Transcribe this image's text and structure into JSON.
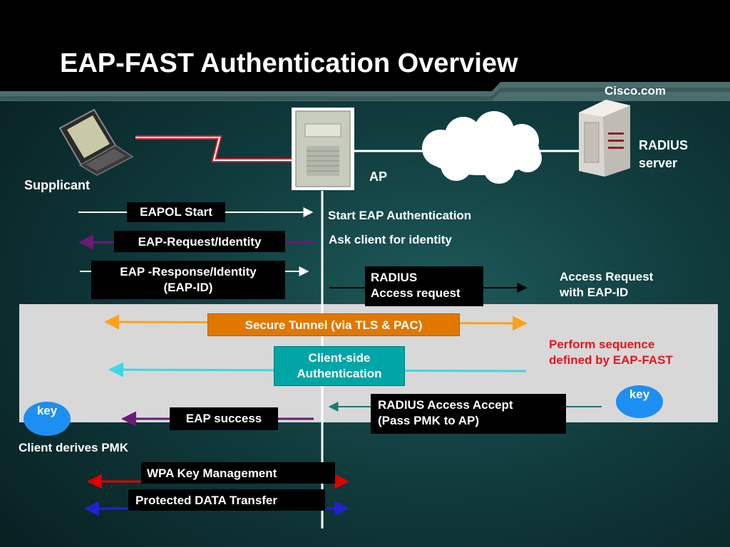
{
  "slide": {
    "title": "EAP-FAST Authentication Overview",
    "brand": "Cisco.com"
  },
  "nodes": {
    "supplicant": "Supplicant",
    "ap": "AP",
    "radius_line1": "RADIUS",
    "radius_line2": "server"
  },
  "messages": {
    "eapol_start": "EAPOL Start",
    "eap_request_identity": "EAP-Request/Identity",
    "eap_response_line1": "EAP -Response/Identity",
    "eap_response_line2": "(EAP-ID)",
    "radius_access_request_line1": "RADIUS",
    "radius_access_request_line2": "Access request",
    "secure_tunnel": "Secure Tunnel (via TLS & PAC)",
    "client_side_auth_line1": "Client-side",
    "client_side_auth_line2": "Authentication",
    "radius_access_accept_line1": "RADIUS Access Accept",
    "radius_access_accept_line2": "(Pass PMK to AP)",
    "eap_success": "EAP success",
    "wpa_key_management": "WPA Key Management",
    "protected_data_transfer": "Protected DATA Transfer"
  },
  "notes": {
    "start_eap_auth": "Start EAP Authentication",
    "ask_identity": "Ask client for identity",
    "access_request_line1": "Access Request",
    "access_request_line2": "with EAP-ID",
    "perform_sequence_line1": "Perform sequence",
    "perform_sequence_line2": "defined by EAP-FAST",
    "client_derives_pmk": "Client derives PMK"
  },
  "keys": {
    "client_key": "key",
    "server_key": "key"
  },
  "colors": {
    "title_bar": "#000000",
    "background": "#0c2e30",
    "gray_band": "#d8d8d8",
    "secure_tunnel": "#e07800",
    "client_auth": "#00a6a6",
    "key_badge": "#1e8ff2",
    "perform_sequence_text": "#e8141e",
    "purple_arrow": "#6a1a78",
    "orange_arrow": "#ffa11a",
    "cyan_arrow": "#3cd7e6",
    "teal_arrow": "#1a7a70",
    "red_arrow": "#e00000",
    "blue_arrow": "#2222cc"
  }
}
